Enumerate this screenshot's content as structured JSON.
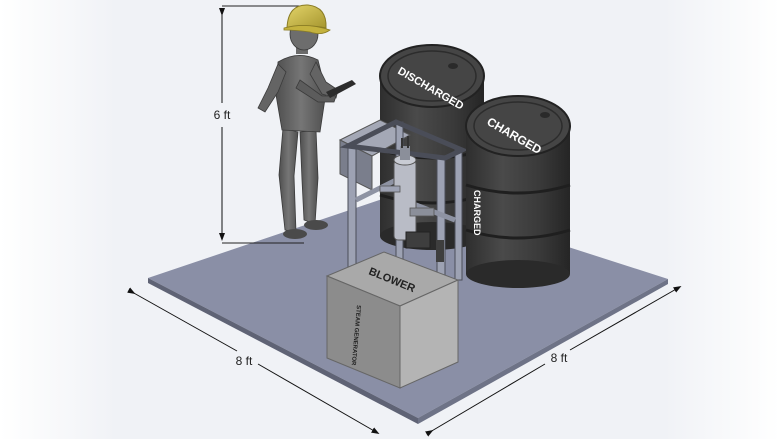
{
  "dimensions": {
    "height_label": "6 ft",
    "width_left_label": "8 ft",
    "width_right_label": "8 ft"
  },
  "drums": {
    "discharged_label": "DISCHARGED",
    "charged_label": "CHARGED",
    "charged_side_label": "CHARGED"
  },
  "blower": {
    "top_label": "BLOWER",
    "side_label": "STEAM GENERATOR"
  },
  "colors": {
    "platform_top": "#8a8fa6",
    "platform_edge": "#5f6375",
    "drum_body": "#3f3f3f",
    "human": "#6a6a6a",
    "hard_hat": "#d6c24a",
    "blower_box": "#8c8c8c",
    "frame": "#9da2b3"
  }
}
